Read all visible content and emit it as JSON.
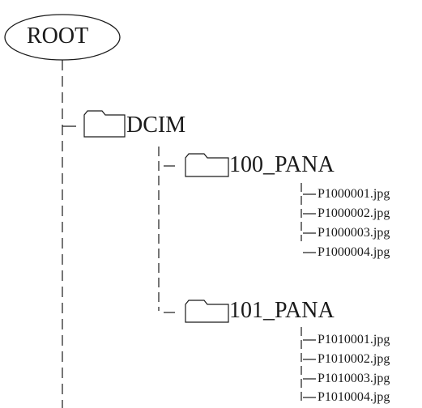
{
  "root": {
    "label": "ROOT"
  },
  "folders": [
    {
      "label": "DCIM",
      "children": [
        {
          "label": "100_PANA",
          "files": [
            "P1000001.jpg",
            "P1000002.jpg",
            "P1000003.jpg",
            "P1000004.jpg"
          ]
        },
        {
          "label": "101_PANA",
          "files": [
            "P1010001.jpg",
            "P1010002.jpg",
            "P1010003.jpg",
            "P1010004.jpg"
          ]
        }
      ]
    }
  ],
  "colors": {
    "line": "#1a1a1a",
    "background": "#ffffff"
  }
}
